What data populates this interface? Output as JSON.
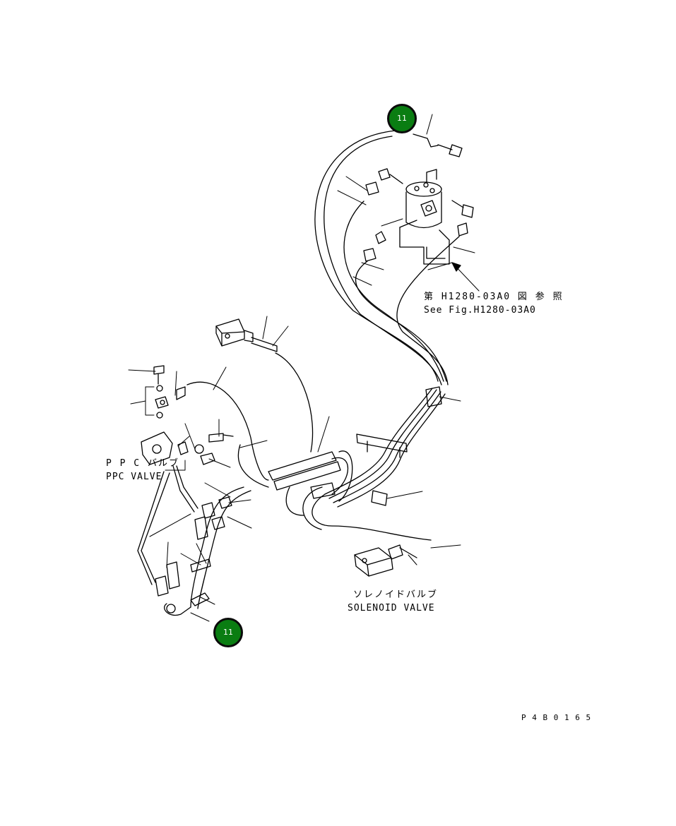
{
  "callouts": [
    {
      "label": "11"
    },
    {
      "label": "11"
    }
  ],
  "labels": {
    "see_fig_ja": "第 H1280-03A0 図 参 照",
    "see_fig_en": "See Fig.H1280-03A0",
    "ppc_valve_ja": "P P C バルブ",
    "ppc_valve_en": "PPC VALVE",
    "solenoid_valve_ja": "ソレノイドバルブ",
    "solenoid_valve_en": "SOLENOID VALVE",
    "drawing_number": "P 4 B 0 1 6 5"
  },
  "colors": {
    "callout_fill": "#0a7d12",
    "callout_border": "#0b0b0b",
    "line": "#000000"
  }
}
